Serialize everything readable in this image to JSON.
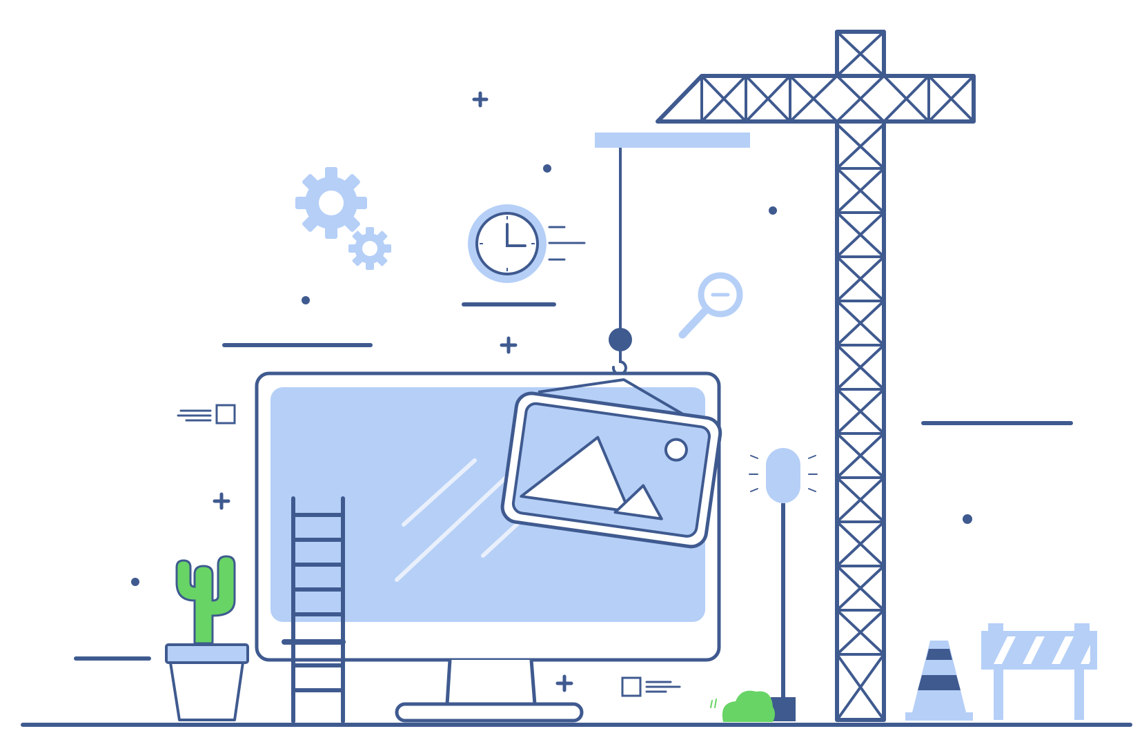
{
  "illustration": {
    "kind": "under-construction",
    "colors": {
      "navy": "#3f5a8f",
      "light_blue": "#b5cff7",
      "green": "#67d465",
      "background": "#ffffff"
    },
    "elements": [
      "gear-icon",
      "clock-icon",
      "search-zoom-out-icon",
      "crane",
      "monitor",
      "image-frame-icon",
      "ladder",
      "cactus-pot",
      "street-lamp",
      "bush",
      "traffic-cone",
      "road-barrier"
    ]
  }
}
